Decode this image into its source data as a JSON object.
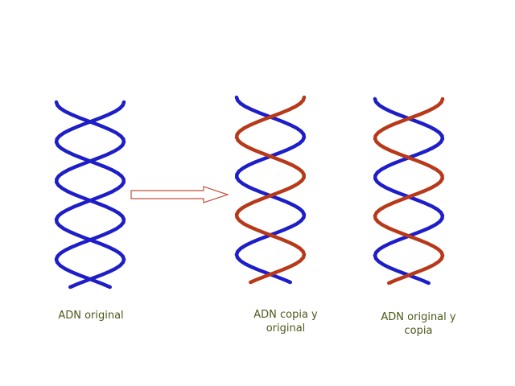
{
  "colors": {
    "original_strand": "#1e1ec8",
    "copy_strand": "#b8391a",
    "arrow_stroke": "#c0503c",
    "caption_text": "#4a5a1a"
  },
  "labels": {
    "original": "ADN original",
    "copy_and_original_line1": "ADN copia y",
    "copy_and_original_line2": "original",
    "original_and_copy_line1": "ADN original y",
    "original_and_copy_line2": "copia"
  }
}
